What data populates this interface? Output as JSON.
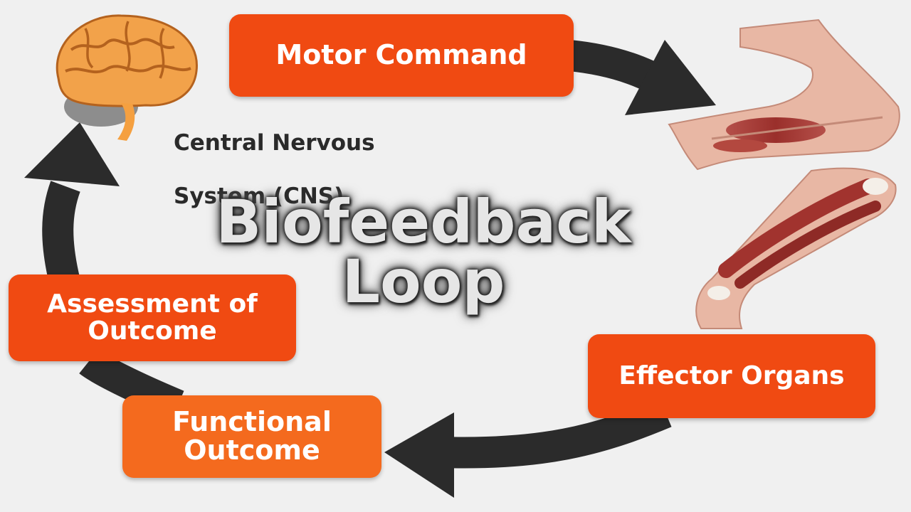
{
  "title": {
    "line1": "Biofeedback",
    "line2": "Loop"
  },
  "nodes": {
    "motor_command": "Motor Command",
    "effector_organs": "Effector Organs",
    "functional_outcome": "Functional\nOutcome",
    "assessment": "Assessment of\nOutcome"
  },
  "cns_label": {
    "line1": "Central Nervous",
    "line2": "System (CNS)"
  },
  "illustrations": [
    "brain-icon",
    "arm-muscle-icon",
    "forearm-muscle-icon"
  ],
  "colors": {
    "background": "#f0f0f0",
    "box_primary": "#f04a12",
    "box_secondary": "#f46a1e",
    "arrow": "#2b2b2b",
    "title_text": "#e6e6e6"
  }
}
